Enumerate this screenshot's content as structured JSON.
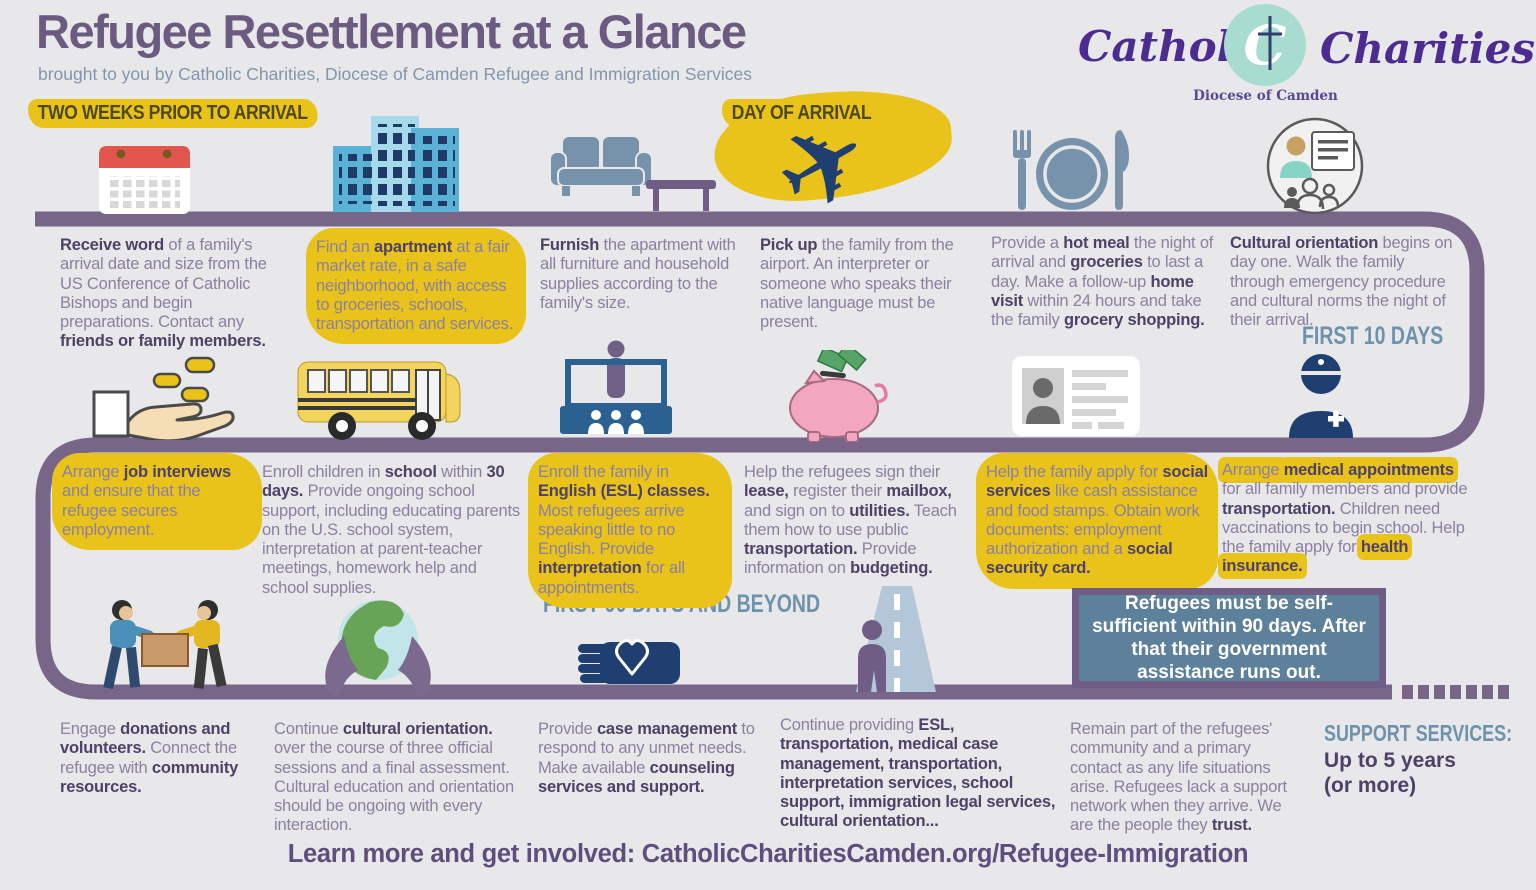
{
  "header": {
    "title": "Refugee Resettlement at a Glance",
    "subtitle": "brought to you by Catholic Charities, Diocese of Camden Refugee and Immigration Services"
  },
  "logo": {
    "word1": "Catholic",
    "word2": "Charities",
    "monogram": "C",
    "org": "Diocese of Camden"
  },
  "sections": {
    "two_weeks": "TWO WEEKS PRIOR TO ARRIVAL",
    "day_of_arrival": "DAY OF ARRIVAL",
    "first_10_days": "FIRST 10 DAYS",
    "first_90_days": "FIRST 90 DAYS AND BEYOND",
    "support_services": "SUPPORT SERVICES:",
    "support_line1": "Up to 5 years",
    "support_line2": "(or more)"
  },
  "steps": {
    "row1": [
      {
        "name": "receive-word",
        "highlight": false,
        "segments": [
          {
            "t": "Receive word",
            "b": 1
          },
          {
            "t": " of a family's arrival date and size from the US Conference of Catholic Bishops and begin preparations. Contact any "
          },
          {
            "t": "friends or family members.",
            "b": 1
          }
        ]
      },
      {
        "name": "find-apartment",
        "highlight": true,
        "segments": [
          {
            "t": "Find an "
          },
          {
            "t": "apartment",
            "b": 1
          },
          {
            "t": " at a fair market rate, in a safe neighborhood, with access to groceries, schools, transportation and services."
          }
        ]
      },
      {
        "name": "furnish-apartment",
        "highlight": false,
        "segments": [
          {
            "t": "Furnish",
            "b": 1
          },
          {
            "t": " the apartment with all furniture and household supplies according to the family's size."
          }
        ]
      },
      {
        "name": "pick-up-family",
        "highlight": false,
        "segments": [
          {
            "t": "Pick up",
            "b": 1
          },
          {
            "t": " the family from the airport. An interpreter or someone who speaks their native language must be present."
          }
        ]
      },
      {
        "name": "hot-meal",
        "highlight": false,
        "segments": [
          {
            "t": "Provide a "
          },
          {
            "t": "hot meal",
            "b": 1
          },
          {
            "t": " the night of arrival and "
          },
          {
            "t": "groceries",
            "b": 1
          },
          {
            "t": " to last a day. Make a follow-up "
          },
          {
            "t": "home visit",
            "b": 1
          },
          {
            "t": " within 24 hours and take the family "
          },
          {
            "t": "grocery shopping.",
            "b": 1
          }
        ]
      },
      {
        "name": "cultural-orientation",
        "highlight": false,
        "segments": [
          {
            "t": "Cultural orientation",
            "b": 1
          },
          {
            "t": " begins on day one. Walk the family through emergency procedure and cultural norms the night of their arrival."
          }
        ]
      }
    ],
    "row2": [
      {
        "name": "job-interviews",
        "highlight": true,
        "segments": [
          {
            "t": "Arrange "
          },
          {
            "t": "job interviews",
            "b": 1
          },
          {
            "t": " and ensure that the refugee secures employment."
          }
        ]
      },
      {
        "name": "enroll-school",
        "highlight": false,
        "segments": [
          {
            "t": "Enroll children in "
          },
          {
            "t": "school",
            "b": 1
          },
          {
            "t": " within "
          },
          {
            "t": "30 days.",
            "b": 1
          },
          {
            "t": " Provide ongoing school support, including educating parents on the U.S. school system, interpretation at parent-teacher meetings, homework help and school supplies."
          }
        ]
      },
      {
        "name": "esl-classes",
        "highlight": true,
        "segments": [
          {
            "t": "Enroll the family in "
          },
          {
            "t": "English (ESL) classes.",
            "b": 1
          },
          {
            "t": " Most refugees arrive speaking little to no English. Provide "
          },
          {
            "t": "interpretation",
            "b": 1
          },
          {
            "t": " for all appointments."
          }
        ]
      },
      {
        "name": "lease-utilities",
        "highlight": false,
        "segments": [
          {
            "t": "Help the refugees sign their "
          },
          {
            "t": "lease,",
            "b": 1
          },
          {
            "t": " register their "
          },
          {
            "t": "mailbox,",
            "b": 1
          },
          {
            "t": " and sign on to "
          },
          {
            "t": "utilities.",
            "b": 1
          },
          {
            "t": " Teach them how to use public "
          },
          {
            "t": "transportation.",
            "b": 1
          },
          {
            "t": " Provide information on "
          },
          {
            "t": "budgeting.",
            "b": 1
          }
        ]
      },
      {
        "name": "social-services",
        "highlight": true,
        "segments": [
          {
            "t": "Help the family apply for "
          },
          {
            "t": "social services",
            "b": 1
          },
          {
            "t": " like cash assistance and food stamps. Obtain work documents: employment authorization and a "
          },
          {
            "t": "social security card.",
            "b": 1
          }
        ]
      },
      {
        "name": "medical-appointments",
        "highlight": false,
        "segments": [
          {
            "t": "Arrange ",
            "h": 1
          },
          {
            "t": "medical appointments",
            "b": 1,
            "h": 1
          },
          {
            "t": " for all family members and provide "
          },
          {
            "t": "transportation.",
            "b": 1
          },
          {
            "t": " Children need vaccinations to begin school. Help the family apply for "
          },
          {
            "t": "health insurance.",
            "b": 1,
            "h": 1
          }
        ]
      }
    ],
    "row3": [
      {
        "name": "donations-volunteers",
        "highlight": false,
        "segments": [
          {
            "t": "Engage "
          },
          {
            "t": "donations and volunteers.",
            "b": 1
          },
          {
            "t": " Connect the refugee with "
          },
          {
            "t": "community resources.",
            "b": 1
          }
        ]
      },
      {
        "name": "continue-cultural-orientation",
        "highlight": false,
        "segments": [
          {
            "t": "Continue "
          },
          {
            "t": "cultural orientation.",
            "b": 1
          },
          {
            "t": " over the course of three official sessions and a final assessment. Cultural education and orientation should be ongoing with every interaction."
          }
        ]
      },
      {
        "name": "case-management",
        "highlight": false,
        "segments": [
          {
            "t": "Provide "
          },
          {
            "t": "case management",
            "b": 1
          },
          {
            "t": " to respond to any unmet needs. Make available "
          },
          {
            "t": "counseling services and support.",
            "b": 1
          }
        ]
      },
      {
        "name": "continue-providing",
        "highlight": false,
        "segments": [
          {
            "t": "Continue providing "
          },
          {
            "t": "ESL, transportation, medical case management, transportation, interpretation services, school support, immigration legal services, cultural orientation...",
            "b": 1
          }
        ]
      },
      {
        "name": "remain-contact",
        "highlight": false,
        "segments": [
          {
            "t": "Remain part of the refugees' community and a primary contact as any life situations arise. Refugees lack a support network when they arrive. We are the people they "
          },
          {
            "t": "trust.",
            "b": 1
          }
        ]
      }
    ]
  },
  "callout": {
    "text": "Refugees must be self-sufficient within 90 days. After that their government assistance runs out."
  },
  "footer": {
    "text": "Learn more and get involved: CatholicCharitiesCamden.org/Refugee-Immigration"
  },
  "icons": {
    "row1": [
      "calendar-icon",
      "apartment-buildings-icon",
      "sofa-icon",
      "airplane-icon",
      "meal-icon",
      "cultural-orientation-icon"
    ],
    "row2": [
      "hand-receiving-money-icon",
      "school-bus-icon",
      "esl-class-icon",
      "piggy-bank-icon",
      "id-card-icon",
      "nurse-icon"
    ],
    "row3": [
      "volunteers-carrying-box-icon",
      "globe-in-hands-icon",
      "hand-holding-heart-icon",
      "road-walk-icon"
    ]
  },
  "colors": {
    "gold": "#e9c31a",
    "timeline": "#786689",
    "title": "#6b5b80",
    "sectionBlue": "#6d92ab",
    "calloutBg": "#5e819b",
    "body": "#8b80a0",
    "bodyBold": "#4e4168",
    "footer": "#5e4e7e",
    "tagText": "#4f4a14"
  }
}
